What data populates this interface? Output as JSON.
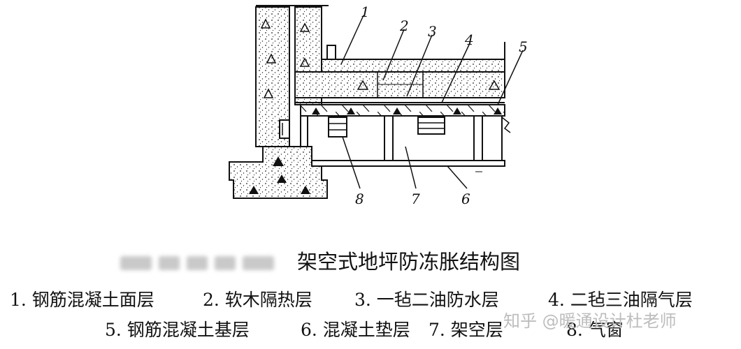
{
  "diagram": {
    "callout_labels": [
      "1",
      "2",
      "3",
      "4",
      "5",
      "6",
      "7",
      "8"
    ]
  },
  "caption": {
    "title": "架空式地坪防冻胀结构图",
    "legend": [
      "1. 钢筋混凝土面层",
      "2. 软木隔热层",
      "3. 一毡二油防水层",
      "4. 二毡三油隔气层",
      "5. 钢筋混凝土基层",
      "6. 混凝土垫层",
      "7. 架空层",
      "8. 气窗"
    ]
  },
  "watermark": "知乎 @暖通设计杜老师"
}
